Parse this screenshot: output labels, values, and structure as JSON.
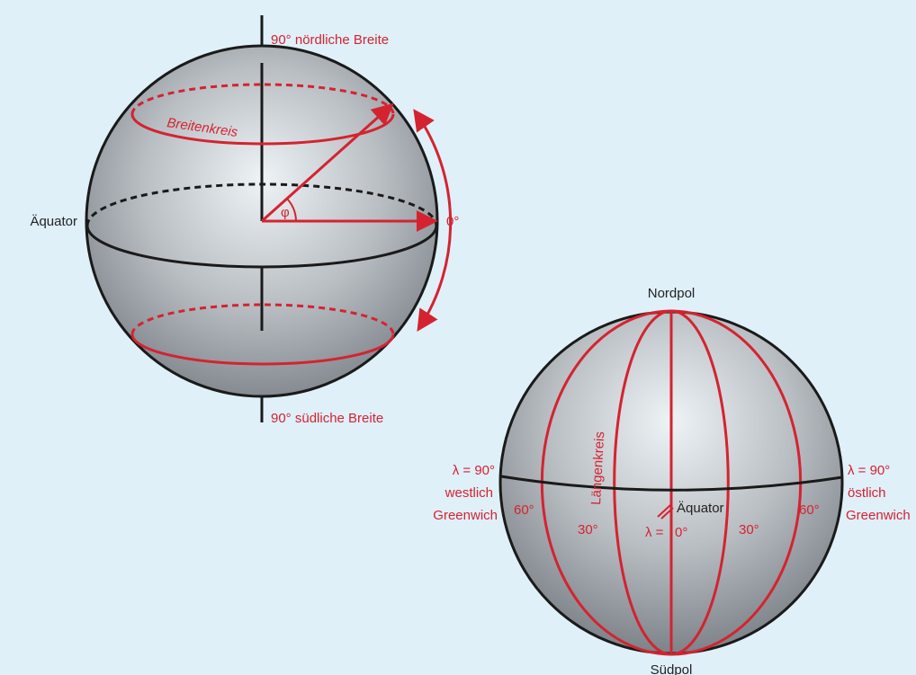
{
  "latitude_sphere": {
    "north_label": "90° nördliche Breite",
    "south_label": "90° südliche Breite",
    "equator_label": "Äquator",
    "circle_label": "Breitenkreis",
    "angle_symbol": "φ",
    "zero_label": "0°"
  },
  "longitude_sphere": {
    "north_pole_label": "Nordpol",
    "south_pole_label": "Südpol",
    "meridian_label": "Längenkreis",
    "equator_label": "Äquator",
    "west": {
      "lambda": "λ = 90°",
      "direction": "westlich",
      "reference": "Greenwich"
    },
    "east": {
      "lambda": "λ = 90°",
      "direction": "östlich",
      "reference": "Greenwich"
    },
    "ticks": {
      "w60": "60°",
      "w30": "30°",
      "zero": "0°",
      "lambda_eq": "λ =",
      "e30": "30°",
      "e60": "60°"
    }
  },
  "colors": {
    "background": "#dff0f9",
    "accent_red": "#d42330",
    "outline": "#1a1a1a",
    "sphere_light": "#eef3f6",
    "sphere_dark": "#7d8389"
  }
}
